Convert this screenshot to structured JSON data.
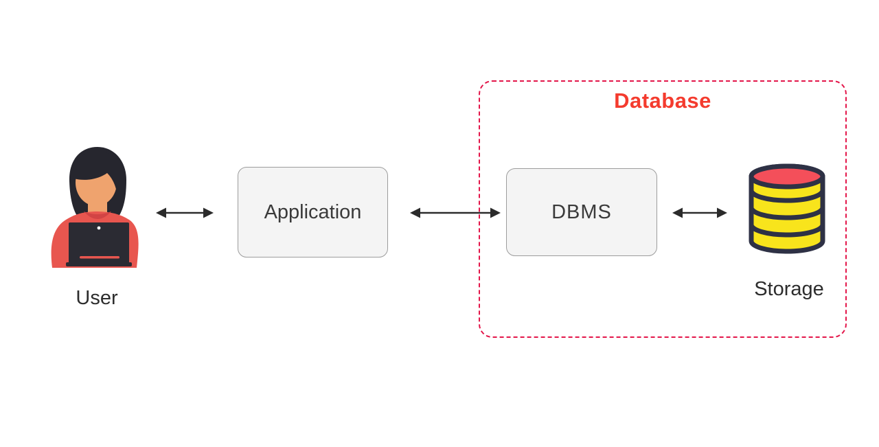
{
  "diagram": {
    "nodes": {
      "user": {
        "label": "User"
      },
      "application": {
        "label": "Application"
      },
      "dbms": {
        "label": "DBMS"
      },
      "storage": {
        "label": "Storage"
      }
    },
    "group": {
      "database": {
        "label": "Database"
      }
    },
    "connections": [
      {
        "from": "User",
        "to": "Application",
        "type": "bidirectional"
      },
      {
        "from": "Application",
        "to": "DBMS",
        "type": "bidirectional"
      },
      {
        "from": "DBMS",
        "to": "Storage",
        "type": "bidirectional"
      }
    ],
    "icons": {
      "user": "person-at-laptop-icon",
      "storage": "database-cylinder-icon"
    },
    "colors": {
      "group_border": "#e31549",
      "group_label": "#f43b2e",
      "box_fill": "#f4f4f4",
      "box_border": "#9c9c9c",
      "box_text": "#3a3a3a",
      "arrow": "#2b2b2b",
      "cylinder_body": "#f8e41c",
      "cylinder_top": "#f44f5a",
      "cylinder_outline": "#2e3145",
      "shirt": "#e8564f",
      "skin": "#efa36e",
      "hair": "#26262e",
      "laptop": "#2b2b33"
    }
  }
}
